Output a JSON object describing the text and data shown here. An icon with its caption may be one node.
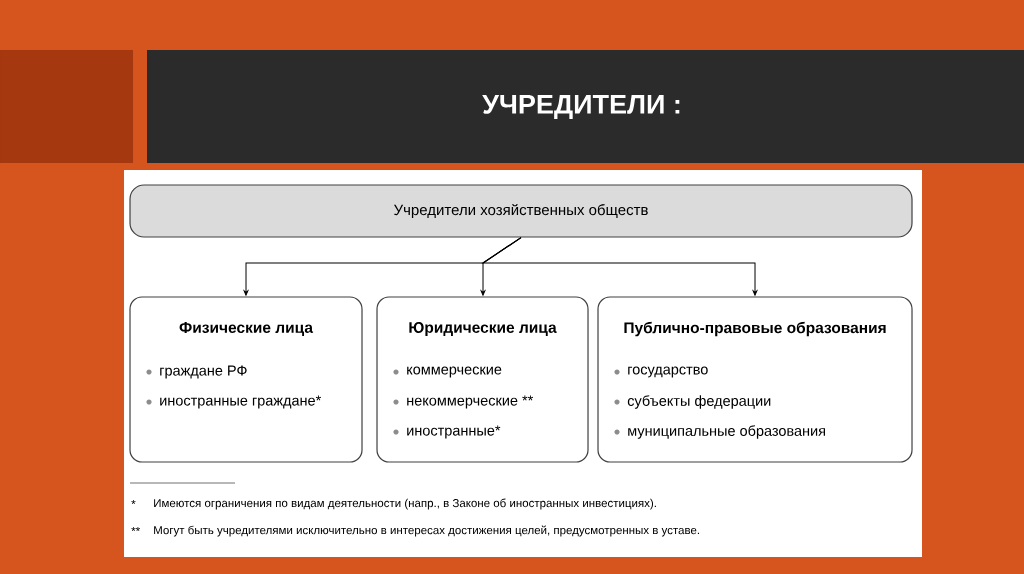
{
  "diagram": {
    "title": "УЧРЕДИТЕЛИ :",
    "nodes": [
      {
        "text": [
          "Учредители хозяйственных обществ"
        ]
      },
      {
        "text": [
          "Физические лица",
          "граждане РФ",
          "иностранные граждане*"
        ]
      },
      {
        "text": [
          "Юридические лица",
          "коммерческие",
          "некоммерческие **",
          "иностранные*"
        ]
      },
      {
        "text": [
          "Публично-правовые образования",
          "государство",
          "субъекты федерации",
          "муниципальные образования"
        ]
      }
    ],
    "edges": [
      {
        "from": 0,
        "to": 1,
        "arrow": "to"
      },
      {
        "from": 0,
        "to": 2,
        "arrow": "to"
      },
      {
        "from": 0,
        "to": 3,
        "arrow": "to"
      }
    ],
    "labels": [
      "*",
      "Имеются ограничения по видам деятельности (напр., в Законе об иностранных инвестициях).",
      "**",
      "Могут быть учредителями исключительно в интересах достижения целей, предусмотренных в уставе."
    ]
  }
}
